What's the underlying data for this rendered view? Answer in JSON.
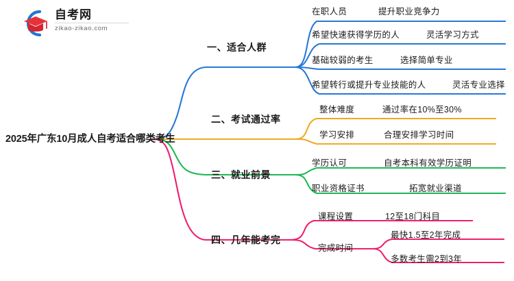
{
  "logo": {
    "name_cn": "自考网",
    "name_en": "zikao-zikao.com",
    "mark_icon": "graduation-cap-icon",
    "arc_color": "#1f77d0",
    "cap_color": "#e8303a"
  },
  "mindmap": {
    "root": {
      "label": "2025年广东10月成人自考适合哪类考生"
    },
    "branches": [
      {
        "label": "一、适合人群",
        "color": "#2878d8",
        "children": [
          {
            "key": "在职人员",
            "value": "提升职业竞争力"
          },
          {
            "key": "希望快速获得学历的人",
            "value": "灵活学习方式"
          },
          {
            "key": "基础较弱的考生",
            "value": "选择简单专业"
          },
          {
            "key": "希望转行或提升专业技能的人",
            "value": "灵活专业选择"
          }
        ]
      },
      {
        "label": "二、考试通过率",
        "color": "#efa820",
        "children": [
          {
            "key": "整体难度",
            "value": "通过率在10%至30%"
          },
          {
            "key": "学习安排",
            "value": "合理安排学习时间"
          }
        ]
      },
      {
        "label": "三、就业前景",
        "color": "#1db954",
        "children": [
          {
            "key": "学历认可",
            "value": "自考本科有效学历证明"
          },
          {
            "key": "职业资格证书",
            "value": "拓宽就业渠道"
          }
        ]
      },
      {
        "label": "四、几年能考完",
        "color": "#ef1f6e",
        "children": [
          {
            "key": "课程设置",
            "value": "12至18门科目"
          },
          {
            "key": "完成时间",
            "value": "",
            "grandchildren": [
              "最快1.5至2年完成",
              "多数考生需2到3年"
            ]
          }
        ]
      }
    ]
  }
}
